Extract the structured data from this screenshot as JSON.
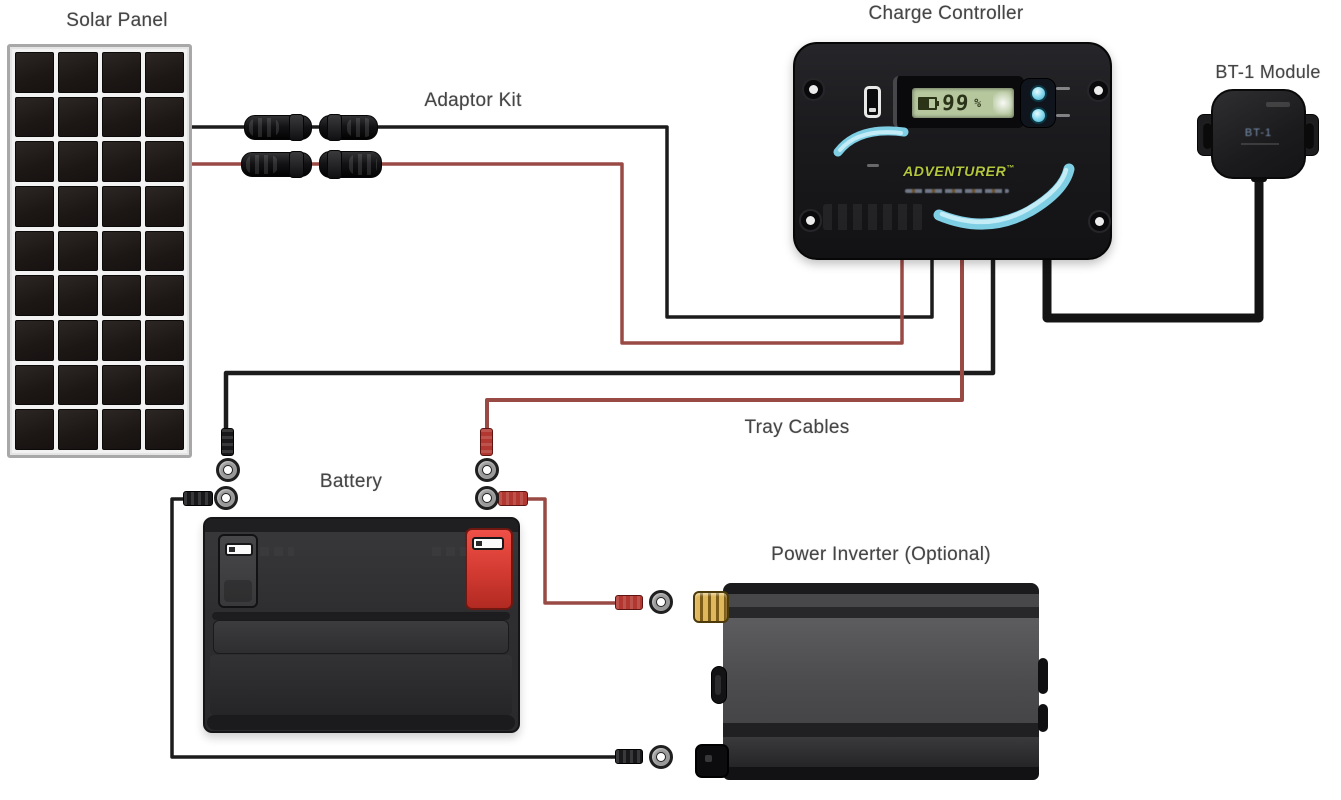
{
  "labels": {
    "solar_panel": "Solar Panel",
    "adaptor_kit": "Adaptor Kit",
    "charge_controller": "Charge Controller",
    "bt1_module": "BT-1 Module",
    "battery": "Battery",
    "tray_cables": "Tray Cables",
    "power_inverter": "Power Inverter (Optional)"
  },
  "solar_panel": {
    "columns": 4,
    "rows": 9
  },
  "charge_controller": {
    "brand": "ADVENTURER",
    "brand_mark": "™",
    "display_value": "99",
    "display_unit": "%"
  },
  "bt1_module": {
    "device_text": "BT-1"
  },
  "colors": {
    "background": "#ffffff",
    "wire_negative": "#1c1c1c",
    "wire_positive": "#9a4a45",
    "bt_cable": "#141414",
    "lcd_background": "#b6c79e",
    "lcd_text": "#2a3318",
    "swoosh": "#7fcfe4",
    "swoosh_highlight": "#c3ecf6",
    "brand_text": "#b3c63d",
    "battery_positive_terminal": "#d93a31",
    "label_text": "#454545"
  }
}
